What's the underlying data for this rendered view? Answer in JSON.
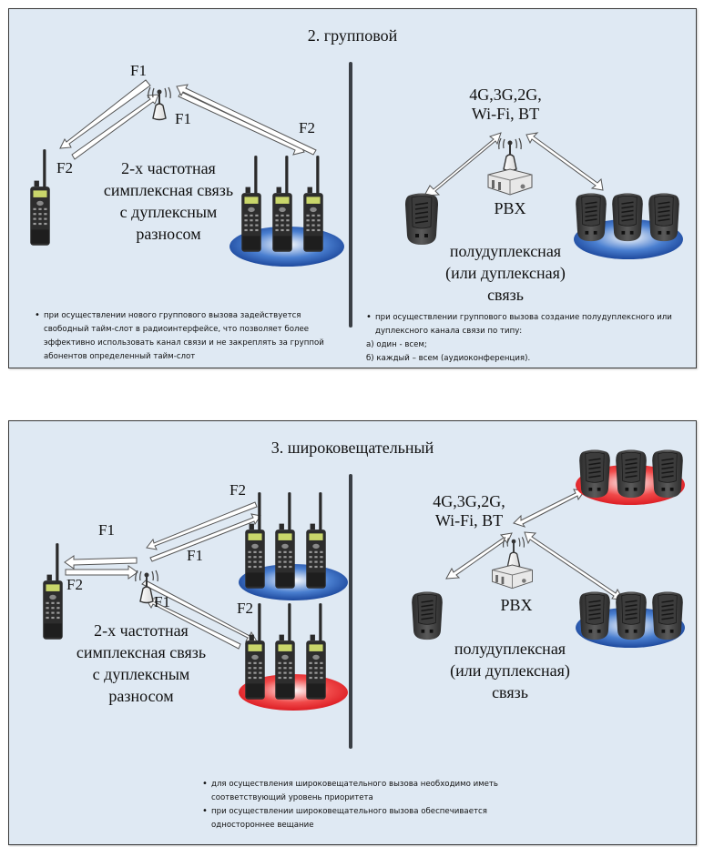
{
  "panels": {
    "group": {
      "title": "2. групповой",
      "left": {
        "labels": {
          "f1_top": "F1",
          "f1_right": "F1",
          "f2_left": "F2",
          "f2_right": "F2"
        },
        "caption": [
          "2-х частотная",
          "симплексная связь",
          "с дуплексным",
          "разносом"
        ],
        "group_color": "blue",
        "notes": [
          "при осуществлении нового группового вызова задействуется свободный тайм-слот в радиоинтерфейсе, что позволяет более эффективно использовать канал связи и не закреплять за группой абонентов определенный тайм-слот"
        ]
      },
      "right": {
        "network_label": [
          "4G,3G,2G,",
          "Wi-Fi, BT"
        ],
        "pbx_label": "PBX",
        "caption": [
          "полудуплексная",
          "(или дуплексная)",
          "связь"
        ],
        "group_color": "blue",
        "notes": {
          "bullet": "при осуществлении группового вызова создание полудуплексного или дуплексного канала связи по типу:",
          "items": [
            "а) один - всем;",
            "б) каждый – всем (аудиоконференция)."
          ]
        }
      }
    },
    "broadcast": {
      "title": "3. широковещательный",
      "left": {
        "labels": {
          "f2_top": "F2",
          "f1_left": "F1",
          "f1_mid": "F1",
          "f2_left": "F2",
          "f1_low": "F1",
          "f2_low": "F2"
        },
        "caption": [
          "2-х частотная",
          "симплексная связь",
          "с дуплексным",
          "разносом"
        ],
        "group_colors": [
          "blue",
          "red"
        ]
      },
      "right": {
        "network_label": [
          "4G,3G,2G,",
          "Wi-Fi, BT"
        ],
        "pbx_label": "PBX",
        "caption": [
          "полудуплексная",
          "(или дуплексная)",
          "связь"
        ],
        "group_colors": [
          "red",
          "blue"
        ]
      },
      "notes": [
        "для осуществления широковещательного вызова необходимо иметь соответствующий уровень приоритета",
        "при осуществлении широковещательного вызова обеспечивается одностороннее вещание"
      ]
    }
  },
  "colors": {
    "panel_bg": "#dfe9f3",
    "border": "#3a3a3a",
    "group_blue": "#1f4fa8",
    "group_red": "#e8232a"
  }
}
